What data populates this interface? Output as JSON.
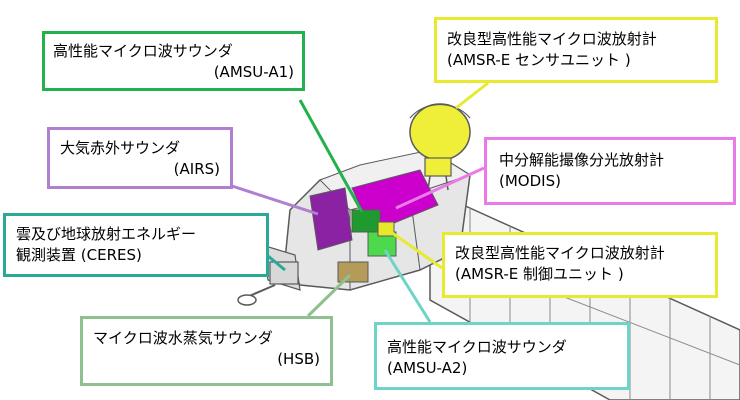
{
  "colors": {
    "green": "#22b14c",
    "purple": "#b07fd0",
    "teal": "#2aa898",
    "sage": "#8fc08f",
    "yellow": "#e7ea2f",
    "magenta": "#e97ae8",
    "aqua": "#6ed4c7",
    "satellite_outline": "#5a5a5a",
    "satellite_fill": "#e6e6e6"
  },
  "callouts": {
    "amsu_a1": {
      "line1": "高性能マイクロ波サウンダ",
      "line2": "(AMSU-A1)"
    },
    "airs": {
      "line1": "大気赤外サウンダ",
      "line2": "(AIRS)"
    },
    "ceres": {
      "line1": "雲及び地球放射エネルギー",
      "line2": "観測装置 (CERES)"
    },
    "hsb": {
      "line1": "マイクロ波水蒸気サウンダ",
      "line2": "(HSB)"
    },
    "amsr_sensor": {
      "line1": "改良型高性能マイクロ波放射計",
      "line2": "(AMSR-E センサユニット )"
    },
    "modis": {
      "line1": "中分解能撮像分光放射計",
      "line2": "(MODIS)"
    },
    "amsr_control": {
      "line1": "改良型高性能マイクロ波放射計",
      "line2": "(AMSR-E 制御ユニット )"
    },
    "amsu_a2": {
      "line1": "高性能マイクロ波サウンダ",
      "line2": "(AMSU-A2)"
    }
  }
}
